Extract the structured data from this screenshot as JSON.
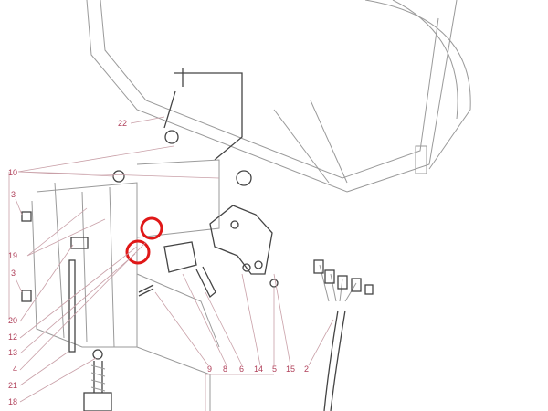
{
  "diagram": {
    "type": "exploded-parts-view",
    "callouts": {
      "left": [
        "22",
        "10",
        "3",
        "19",
        "3",
        "20",
        "12",
        "13",
        "4",
        "21",
        "18"
      ],
      "bottom": [
        "9",
        "8",
        "6",
        "14",
        "5",
        "15",
        "2"
      ]
    },
    "highlight_color": "#e01818",
    "label_color": "#b0405a"
  }
}
